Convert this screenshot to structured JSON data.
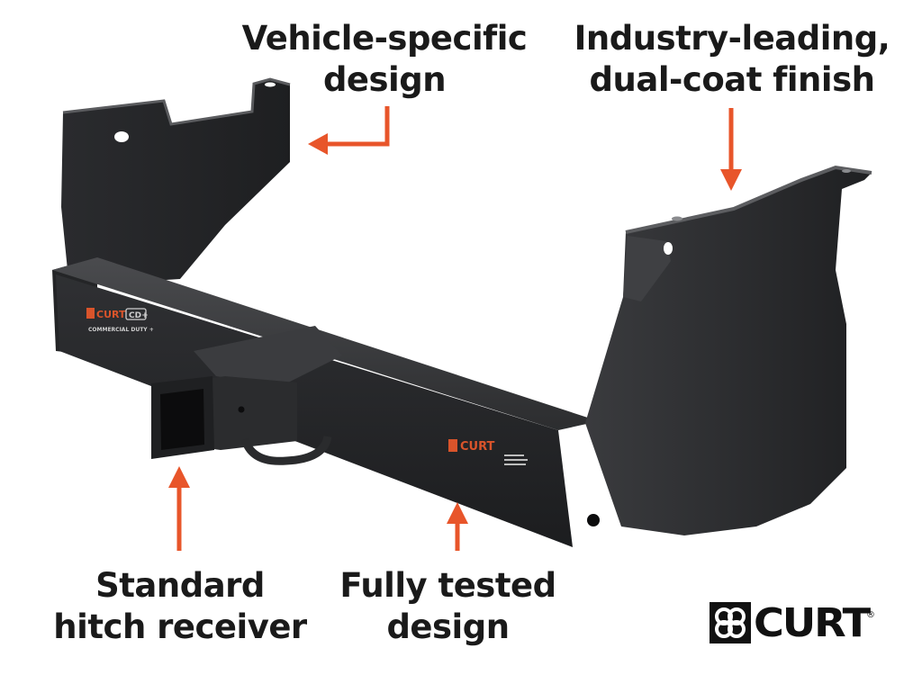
{
  "callouts": {
    "vehicle_specific": {
      "line1": "Vehicle-specific",
      "line2": "design"
    },
    "finish": {
      "line1": "Industry-leading,",
      "line2": "dual-coat finish"
    },
    "receiver": {
      "line1": "Standard",
      "line2": "hitch receiver"
    },
    "tested": {
      "line1": "Fully tested",
      "line2": "design"
    }
  },
  "brand": {
    "name": "CURT",
    "registered": "®"
  },
  "decals": {
    "left_brand": "CURT",
    "left_badge": "CD+",
    "left_sub": "COMMERCIAL DUTY +",
    "front_brand": "CURT"
  },
  "colors": {
    "arrow": "#e8552a",
    "steel": "#2a2b2d",
    "text": "#1a1a1a",
    "decal": "#d9542b"
  },
  "icons": {
    "brand_mark": "curt-emblem-icon"
  }
}
